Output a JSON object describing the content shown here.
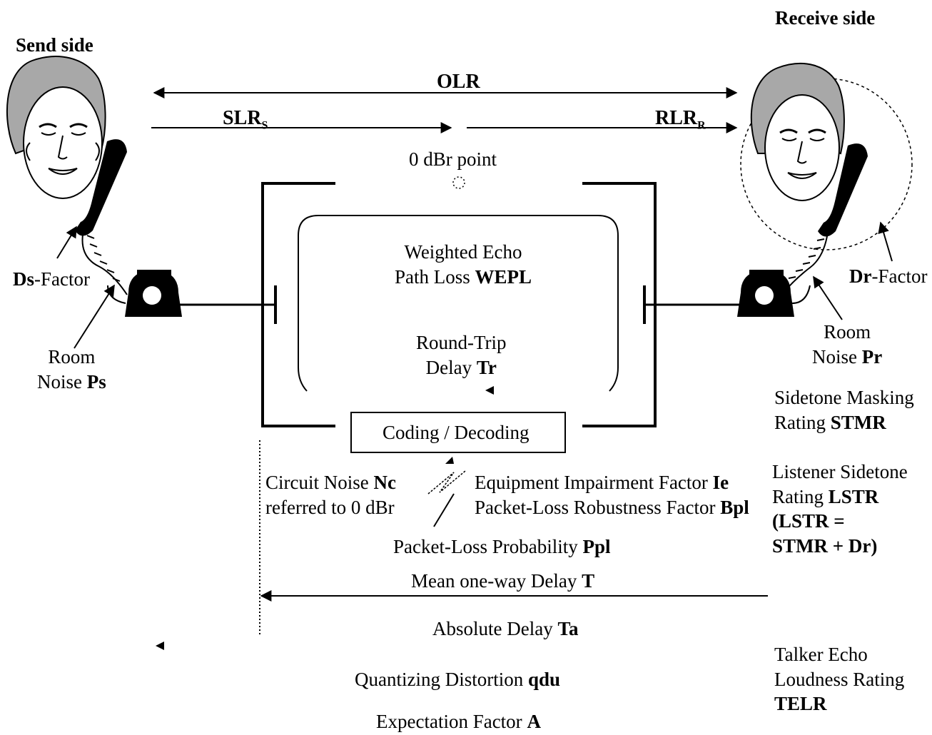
{
  "sides": {
    "send": "Send side",
    "receive": "Receive side"
  },
  "loudness": {
    "olr": "OLR",
    "slr_main": "SLR",
    "slr_sub": "S",
    "rlr_main": "RLR",
    "rlr_sub": "R"
  },
  "zero_dbr_point": "0 dBr point",
  "wepl": {
    "line1": "Weighted Echo",
    "line2_prefix": "Path Loss ",
    "line2_bold": "WEPL"
  },
  "round_trip": {
    "line1": "Round-Trip",
    "line2_prefix": "Delay ",
    "line2_bold": "Tr"
  },
  "coding": "Coding / Decoding",
  "ds_factor": {
    "bold": "Ds",
    "rest": "-Factor"
  },
  "dr_factor": {
    "bold": "Dr",
    "rest": "-Factor"
  },
  "room_noise_send": {
    "line1": "Room",
    "line2_prefix": "Noise ",
    "line2_bold": "Ps"
  },
  "room_noise_receive": {
    "line1": "Room",
    "line2_prefix": "Noise ",
    "line2_bold": "Pr"
  },
  "stmr": {
    "line1": "Sidetone Masking",
    "line2_prefix": "Rating ",
    "line2_bold": "STMR"
  },
  "lstr": {
    "line1": "Listener Sidetone",
    "line2_prefix": "Rating ",
    "line2_bold": "LSTR",
    "line3": "(LSTR =",
    "line4": "STMR + Dr)"
  },
  "circuit_noise": {
    "line1_prefix": "Circuit Noise ",
    "line1_bold": "Nc",
    "line2": "referred to 0 dBr"
  },
  "equipment": {
    "line1_prefix": "Equipment Impairment Factor ",
    "line1_bold": "Ie",
    "line2_prefix": "Packet-Loss Robustness Factor ",
    "line2_bold": "Bpl"
  },
  "packet_loss": {
    "prefix": "Packet-Loss Probability ",
    "bold": "Ppl"
  },
  "mean_delay": {
    "prefix": "Mean one-way Delay ",
    "bold": "T"
  },
  "absolute_delay": {
    "prefix": "Absolute Delay ",
    "bold": "Ta"
  },
  "quantizing": {
    "prefix": "Quantizing Distortion ",
    "bold": "qdu"
  },
  "expectation": {
    "prefix": "Expectation Factor ",
    "bold": "A"
  },
  "telr": {
    "line1": "Talker Echo",
    "line2": "Loudness Rating",
    "line3": "TELR"
  },
  "colors": {
    "ink": "#000000",
    "hair": "#a8a8a8",
    "skin": "#ffffff"
  }
}
